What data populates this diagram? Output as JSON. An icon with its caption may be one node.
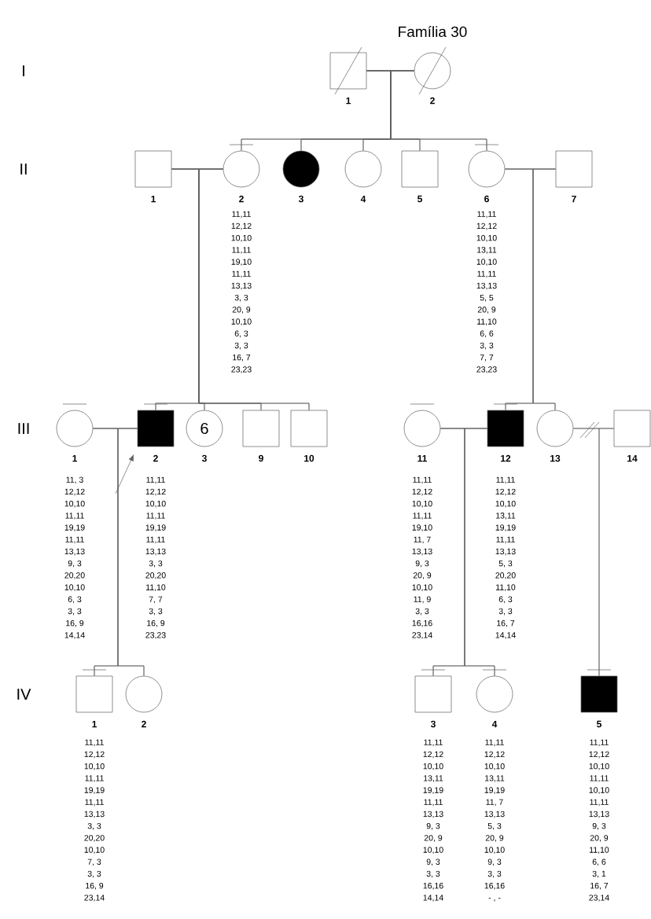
{
  "diagram": {
    "title": "Família 30",
    "nodes": [
      {
        "text": [
          "1"
        ]
      },
      {
        "text": [
          "2"
        ]
      },
      {
        "text": [
          "1"
        ]
      },
      {
        "text": [
          "2"
        ],
        "beside": [
          "11,11",
          "12,12",
          "10,10",
          "11,11",
          "19,10",
          "11,11",
          "13,13",
          "3, 3",
          "20, 9",
          "10,10",
          "6, 3",
          "3, 3",
          "16, 7",
          "23,23"
        ]
      },
      {
        "text": [
          "3"
        ]
      },
      {
        "text": [
          "4"
        ]
      },
      {
        "text": [
          "5"
        ]
      },
      {
        "text": [
          "6"
        ],
        "beside": [
          "11,11",
          "12,12",
          "10,10",
          "13,11",
          "10,10",
          "11,11",
          "13,13",
          "5, 5",
          "20, 9",
          "11,10",
          "6, 6",
          "3, 3",
          "7, 7",
          "23,23"
        ]
      },
      {
        "text": [
          "7"
        ]
      },
      {
        "text": [
          "1"
        ],
        "beside": [
          "11, 3",
          "12,12",
          "10,10",
          "11,11",
          "19,19",
          "11,11",
          "13,13",
          "9, 3",
          "20,20",
          "10,10",
          "6, 3",
          "3, 3",
          "16, 9",
          "14,14"
        ]
      },
      {
        "text": [
          "2"
        ],
        "beside": [
          "11,11",
          "12,12",
          "10,10",
          "11,11",
          "19,19",
          "11,11",
          "13,13",
          "3, 3",
          "20,20",
          "11,10",
          "7, 7",
          "3, 3",
          "16, 9",
          "23,23"
        ]
      },
      {
        "text": [
          "6",
          "3"
        ]
      },
      {
        "text": [
          "9"
        ]
      },
      {
        "text": [
          "10"
        ]
      },
      {
        "text": [
          "11"
        ],
        "beside": [
          "11,11",
          "12,12",
          "10,10",
          "11,11",
          "19,10",
          "11, 7",
          "13,13",
          "9, 3",
          "20, 9",
          "10,10",
          "11, 9",
          "3, 3",
          "16,16",
          "23,14"
        ]
      },
      {
        "text": [
          "12"
        ],
        "beside": [
          "11,11",
          "12,12",
          "10,10",
          "13,11",
          "19,19",
          "11,11",
          "13,13",
          "5, 3",
          "20,20",
          "11,10",
          "6, 3",
          "3, 3",
          "16, 7",
          "14,14"
        ]
      },
      {
        "text": [
          "13"
        ]
      },
      {
        "text": [
          "14"
        ]
      },
      {
        "text": [
          "1"
        ],
        "beside": [
          "11,11",
          "12,12",
          "10,10",
          "11,11",
          "19,19",
          "11,11",
          "13,13",
          "3, 3",
          "20,20",
          "10,10",
          "7, 3",
          "3, 3",
          "16, 9",
          "23,14"
        ]
      },
      {
        "text": [
          "2"
        ]
      },
      {
        "text": [
          "3"
        ],
        "beside": [
          "11,11",
          "12,12",
          "10,10",
          "13,11",
          "19,19",
          "11,11",
          "13,13",
          "9, 3",
          "20, 9",
          "10,10",
          "9, 3",
          "3, 3",
          "16,16",
          "14,14"
        ]
      },
      {
        "text": [
          "4"
        ],
        "beside": [
          "11,11",
          "12,12",
          "10,10",
          "13,11",
          "19,19",
          "11, 7",
          "13,13",
          "5, 3",
          "20, 9",
          "10,10",
          "9, 3",
          "3, 3",
          "16,16",
          "- , -"
        ]
      },
      {
        "text": [
          "5"
        ],
        "beside": [
          "11,11",
          "12,12",
          "10,10",
          "11,11",
          "10,10",
          "11,11",
          "13,13",
          "9, 3",
          "20, 9",
          "11,10",
          "6, 6",
          "3, 1",
          "16, 7",
          "23,14"
        ]
      }
    ],
    "edges": [
      {
        "from": 0,
        "to": 1,
        "arrow": "none"
      },
      {
        "from": 2,
        "to": 3,
        "arrow": "none"
      },
      {
        "from": 7,
        "to": 8,
        "arrow": "none"
      },
      {
        "from": 9,
        "to": 10,
        "arrow": "none"
      },
      {
        "from": 14,
        "to": 15,
        "arrow": "none"
      },
      {
        "from": 16,
        "to": 17,
        "arrow": "none"
      },
      {
        "from": 0,
        "to": 3,
        "arrow": "none"
      },
      {
        "from": 1,
        "to": 3,
        "arrow": "none"
      },
      {
        "from": 0,
        "to": 4,
        "arrow": "none"
      },
      {
        "from": 1,
        "to": 4,
        "arrow": "none"
      },
      {
        "from": 0,
        "to": 5,
        "arrow": "none"
      },
      {
        "from": 1,
        "to": 5,
        "arrow": "none"
      },
      {
        "from": 0,
        "to": 6,
        "arrow": "none"
      },
      {
        "from": 1,
        "to": 6,
        "arrow": "none"
      },
      {
        "from": 0,
        "to": 7,
        "arrow": "none"
      },
      {
        "from": 1,
        "to": 7,
        "arrow": "none"
      },
      {
        "from": 2,
        "to": 10,
        "arrow": "none"
      },
      {
        "from": 3,
        "to": 10,
        "arrow": "none"
      },
      {
        "from": 2,
        "to": 11,
        "arrow": "none"
      },
      {
        "from": 3,
        "to": 11,
        "arrow": "none"
      },
      {
        "from": 2,
        "to": 12,
        "arrow": "none"
      },
      {
        "from": 3,
        "to": 12,
        "arrow": "none"
      },
      {
        "from": 2,
        "to": 13,
        "arrow": "none"
      },
      {
        "from": 3,
        "to": 13,
        "arrow": "none"
      },
      {
        "from": 7,
        "to": 15,
        "arrow": "none"
      },
      {
        "from": 8,
        "to": 15,
        "arrow": "none"
      },
      {
        "from": 7,
        "to": 16,
        "arrow": "none"
      },
      {
        "from": 8,
        "to": 16,
        "arrow": "none"
      },
      {
        "from": 9,
        "to": 18,
        "arrow": "none"
      },
      {
        "from": 10,
        "to": 18,
        "arrow": "none"
      },
      {
        "from": 9,
        "to": 19,
        "arrow": "none"
      },
      {
        "from": 10,
        "to": 19,
        "arrow": "none"
      },
      {
        "from": 14,
        "to": 20,
        "arrow": "none"
      },
      {
        "from": 15,
        "to": 20,
        "arrow": "none"
      },
      {
        "from": 14,
        "to": 21,
        "arrow": "none"
      },
      {
        "from": 15,
        "to": 21,
        "arrow": "none"
      },
      {
        "from": 16,
        "to": 22,
        "arrow": "none"
      },
      {
        "from": 17,
        "to": 22,
        "arrow": "none"
      },
      {
        "from": null,
        "to": 10,
        "arrow": "to"
      }
    ],
    "labels": [
      "I",
      "II",
      "III",
      "IV"
    ]
  }
}
